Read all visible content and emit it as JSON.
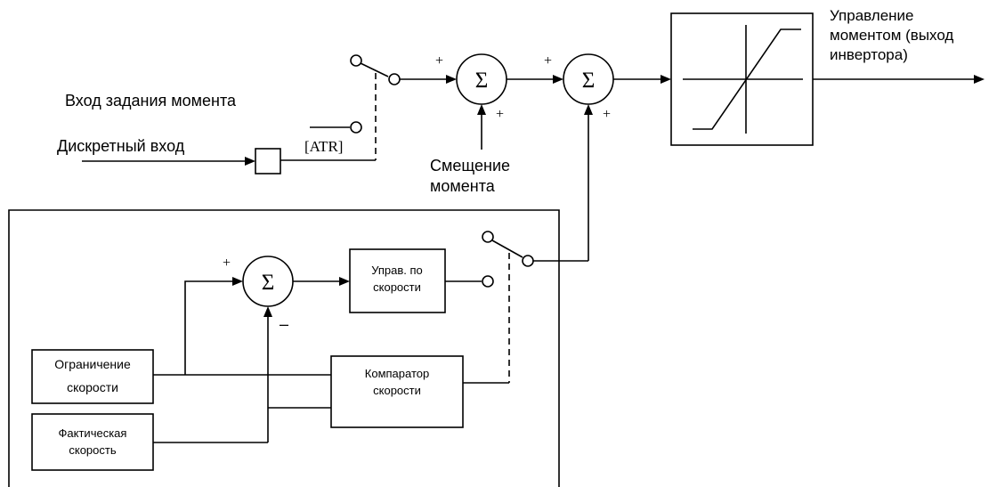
{
  "labels": {
    "torque_reference_input": "Вход задания момента",
    "digital_input": "Дискретный вход",
    "atr": "[ATR]",
    "torque_bias_line1": "Смещение",
    "torque_bias_line2": "момента",
    "output_line1": "Управление",
    "output_line2": "моментом (выход",
    "output_line3": "инвертора)",
    "speed_control_line1": "Управ. по",
    "speed_control_line2": "скорости",
    "speed_limit_line1": "Ограничение",
    "speed_limit_line2": "скорости",
    "actual_speed_line1": "Фактическая",
    "actual_speed_line2": "скорость",
    "comparator_line1": "Компаратор",
    "comparator_line2": "скорости"
  },
  "symbols": {
    "sigma": "Σ",
    "plus": "+",
    "minus": "–"
  }
}
